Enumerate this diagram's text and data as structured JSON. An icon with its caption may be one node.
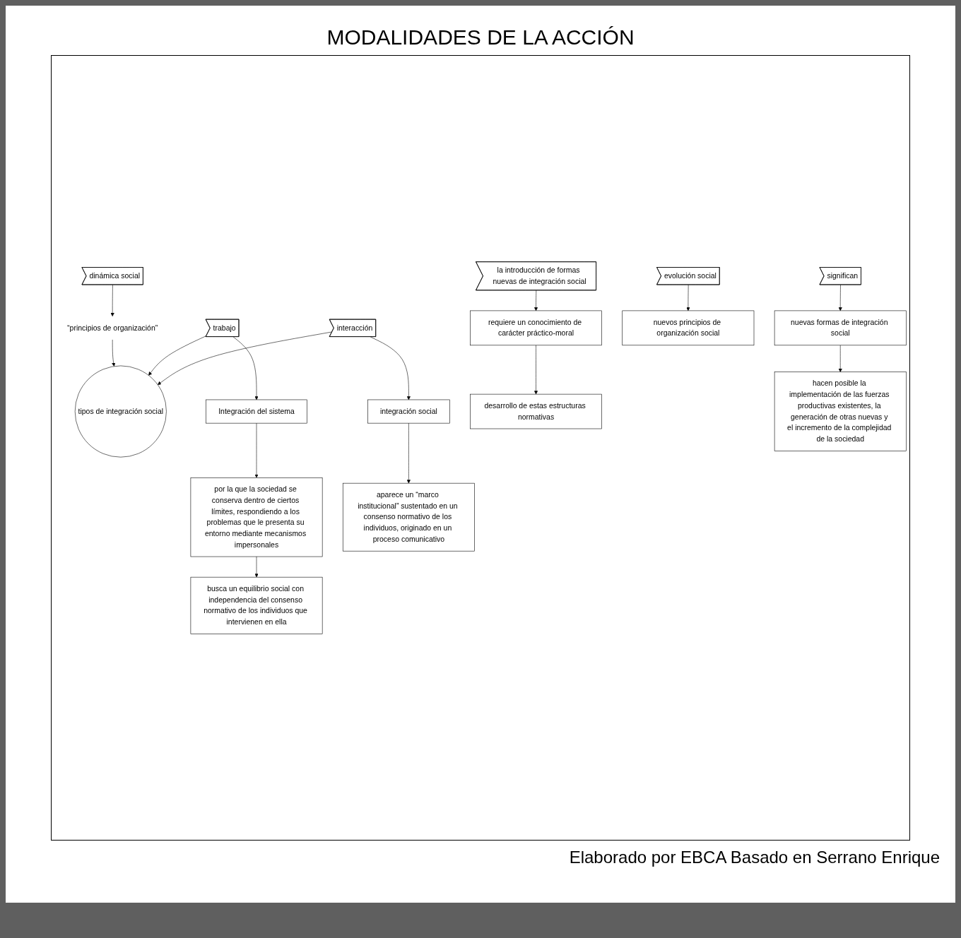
{
  "diagram": {
    "title": "MODALIDADES DE LA ACCIÓN",
    "caption": "Elaborado por EBCA Basado en Serrano Enrique",
    "nodes": [
      {
        "text": [
          "dinámica social"
        ]
      },
      {
        "text": [
          "“principios de organización”"
        ]
      },
      {
        "text": [
          "tipos de integración social"
        ]
      },
      {
        "text": [
          "trabajo"
        ]
      },
      {
        "text": [
          "interacción"
        ]
      },
      {
        "text": [
          "Integración del sistema"
        ]
      },
      {
        "text": [
          "integración social"
        ]
      },
      {
        "text": [
          "por la que la sociedad se conserva dentro de ciertos límites, respondiendo a los problemas que le presenta su entorno mediante mecanismos impersonales"
        ]
      },
      {
        "text": [
          "busca un equilibrio social con independencia del consenso normativo de los individuos que intervienen en ella"
        ]
      },
      {
        "text": [
          "aparece un “marco institucional” sustentado en un consenso normativo de los individuos, originado en un proceso comunicativo"
        ]
      },
      {
        "text": [
          "la introducción de formas nuevas de integración social"
        ]
      },
      {
        "text": [
          "requiere un conocimiento de carácter práctico-moral"
        ]
      },
      {
        "text": [
          "desarrollo de estas estructuras normativas"
        ]
      },
      {
        "text": [
          "evolución social"
        ]
      },
      {
        "text": [
          "nuevos principios de organización social"
        ]
      },
      {
        "text": [
          "significan"
        ]
      },
      {
        "text": [
          "nuevas formas de integración social"
        ]
      },
      {
        "text": [
          "hacen posible la implementación de las fuerzas productivas existentes, la generación de otras nuevas y el incremento de la complejidad de la sociedad"
        ]
      }
    ],
    "edges": [
      {
        "from": 0,
        "to": 1,
        "arrow": "to"
      },
      {
        "from": 1,
        "to": 2,
        "arrow": "to"
      },
      {
        "from": 3,
        "to": 2,
        "arrow": "to"
      },
      {
        "from": 4,
        "to": 2,
        "arrow": "to"
      },
      {
        "from": 3,
        "to": 5,
        "arrow": "to"
      },
      {
        "from": 4,
        "to": 6,
        "arrow": "to"
      },
      {
        "from": 5,
        "to": 7,
        "arrow": "to"
      },
      {
        "from": 7,
        "to": 8,
        "arrow": "to"
      },
      {
        "from": 6,
        "to": 9,
        "arrow": "to"
      },
      {
        "from": 10,
        "to": 11,
        "arrow": "to"
      },
      {
        "from": 11,
        "to": 12,
        "arrow": "to"
      },
      {
        "from": 13,
        "to": 14,
        "arrow": "to"
      },
      {
        "from": 15,
        "to": 16,
        "arrow": "to"
      },
      {
        "from": 16,
        "to": 17,
        "arrow": "to"
      }
    ]
  }
}
